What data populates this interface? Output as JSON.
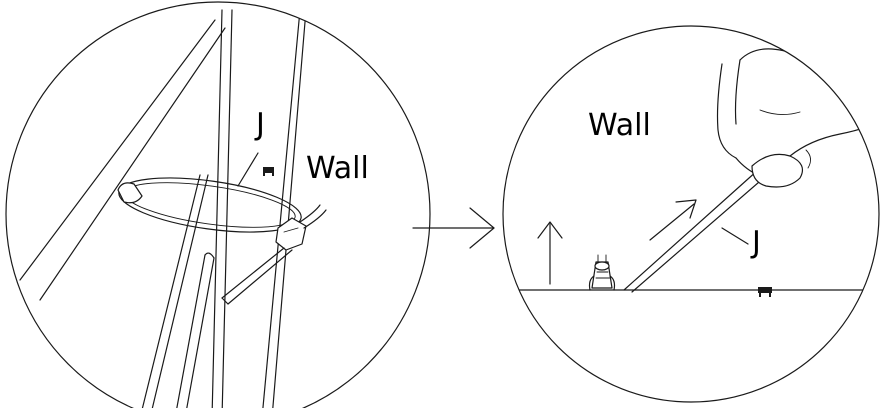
{
  "left_panel": {
    "label_j": "J",
    "label_wall": "Wall"
  },
  "right_panel": {
    "label_wall": "Wall",
    "label_j": "J"
  },
  "colors": {
    "line": "#1a1a1a",
    "background": "#ffffff"
  }
}
